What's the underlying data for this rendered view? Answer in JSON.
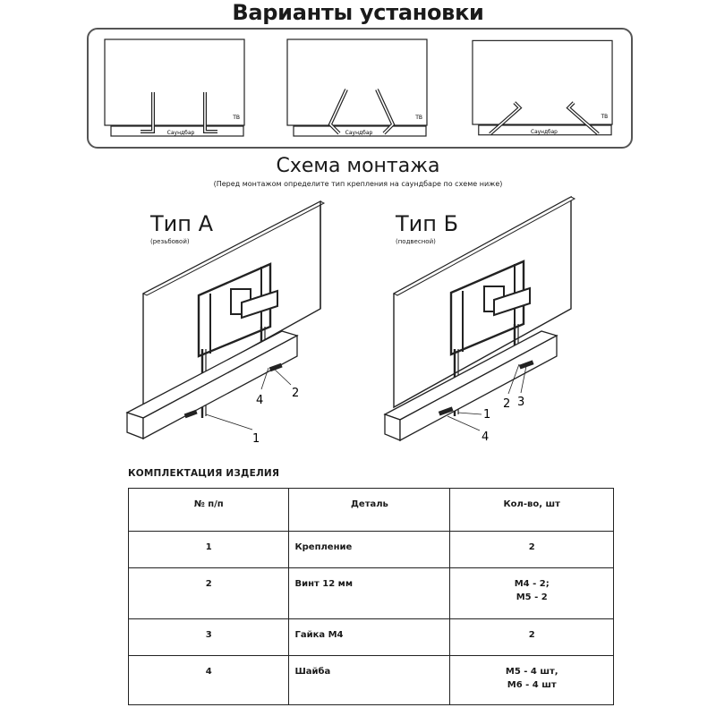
{
  "header": {
    "title": "Варианты установки"
  },
  "variants": {
    "tv_label": "ТВ",
    "soundbar_label": "Саундбар"
  },
  "schema": {
    "title": "Схема монтажа",
    "subtitle": "(Перед монтажом определите тип крепления на саундбаре по схеме ниже)",
    "type_a": {
      "label": "Тип А",
      "sub": "(резьбовой)",
      "callouts": [
        "1",
        "2",
        "4"
      ]
    },
    "type_b": {
      "label": "Тип Б",
      "sub": "(подвесной)",
      "callouts": [
        "1",
        "2",
        "3",
        "4"
      ]
    }
  },
  "kit": {
    "title": "КОМПЛЕКТАЦИЯ ИЗДЕЛИЯ",
    "headers": [
      "№ п/п",
      "Деталь",
      "Кол-во, шт"
    ],
    "rows": [
      {
        "num": "1",
        "part": "Крепление",
        "qty": [
          "2"
        ]
      },
      {
        "num": "2",
        "part": "Винт 12 мм",
        "qty": [
          "М4 - 2;",
          "М5 - 2"
        ]
      },
      {
        "num": "3",
        "part": "Гайка М4",
        "qty": [
          "2"
        ]
      },
      {
        "num": "4",
        "part": "Шайба",
        "qty": [
          "М5 - 4 шт,",
          "М6 - 4 шт"
        ]
      }
    ]
  }
}
